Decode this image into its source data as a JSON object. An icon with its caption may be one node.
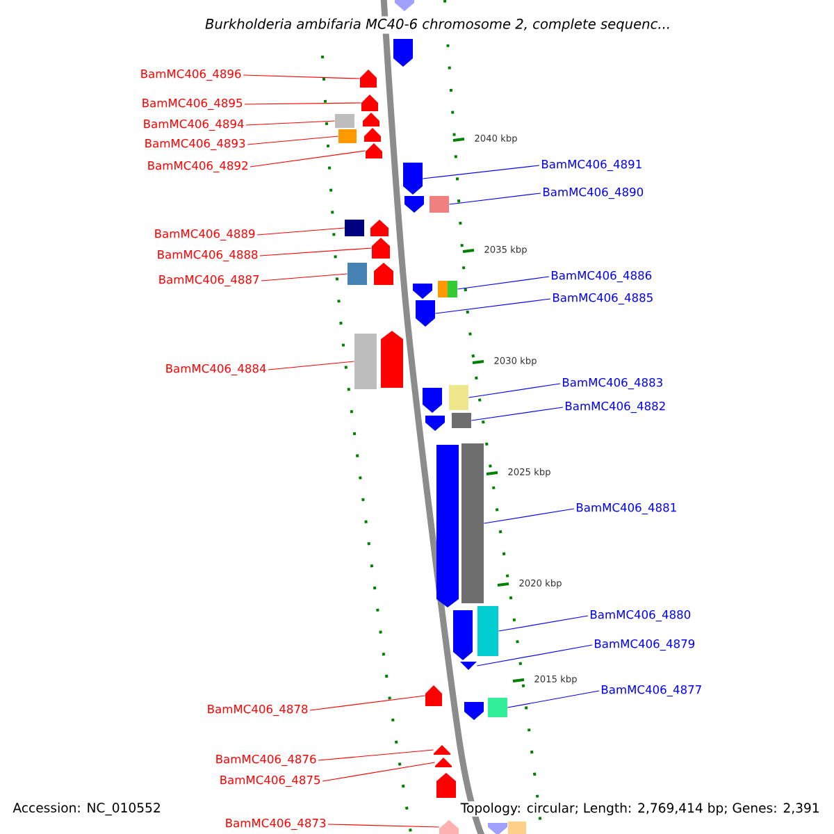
{
  "diagram": {
    "title": "Burkholderia ambifaria MC40-6 chromosome 2, complete sequenc...",
    "nodes": [
      {
        "text": [
          "BamMC406_4896"
        ]
      },
      {
        "text": [
          "BamMC406_4895"
        ]
      },
      {
        "text": [
          "BamMC406_4894"
        ]
      },
      {
        "text": [
          "BamMC406_4893"
        ]
      },
      {
        "text": [
          "BamMC406_4892"
        ]
      },
      {
        "text": [
          "BamMC406_4889"
        ]
      },
      {
        "text": [
          "BamMC406_4888"
        ]
      },
      {
        "text": [
          "BamMC406_4887"
        ]
      },
      {
        "text": [
          "BamMC406_4884"
        ]
      },
      {
        "text": [
          "BamMC406_4878"
        ]
      },
      {
        "text": [
          "BamMC406_4876"
        ]
      },
      {
        "text": [
          "BamMC406_4875"
        ]
      },
      {
        "text": [
          "BamMC406_4873"
        ]
      },
      {
        "text": [
          "BamMC406_4891"
        ]
      },
      {
        "text": [
          "BamMC406_4890"
        ]
      },
      {
        "text": [
          "BamMC406_4886"
        ]
      },
      {
        "text": [
          "BamMC406_4885"
        ]
      },
      {
        "text": [
          "BamMC406_4883"
        ]
      },
      {
        "text": [
          "BamMC406_4882"
        ]
      },
      {
        "text": [
          "BamMC406_4881"
        ]
      },
      {
        "text": [
          "BamMC406_4880"
        ]
      },
      {
        "text": [
          "BamMC406_4879"
        ]
      },
      {
        "text": [
          "BamMC406_4877"
        ]
      },
      {
        "text": [],
        "shape": "pentagon"
      },
      {
        "text": [],
        "shape": "pentagon"
      },
      {
        "text": [],
        "shape": "pentagon"
      },
      {
        "text": [],
        "shape": "pentagon"
      },
      {
        "text": [],
        "shape": "box"
      },
      {
        "text": [],
        "shape": "pentagon"
      },
      {
        "text": [],
        "shape": "box"
      },
      {
        "text": [],
        "shape": "pentagon"
      },
      {
        "text": [],
        "shape": "pentagon"
      },
      {
        "text": [],
        "shape": "pentagon"
      },
      {
        "text": [],
        "shape": "pentagon"
      },
      {
        "text": [],
        "shape": "box"
      },
      {
        "text": [],
        "shape": "box"
      },
      {
        "text": [],
        "shape": "pentagon"
      },
      {
        "text": [],
        "shape": "pentagon"
      },
      {
        "text": [],
        "shape": "box"
      },
      {
        "text": [],
        "shape": "pentagon"
      },
      {
        "text": [],
        "shape": "pentagon"
      },
      {
        "text": [],
        "shape": "box"
      },
      {
        "text": [],
        "shape": "pentagon"
      },
      {
        "text": [],
        "shape": "box"
      },
      {
        "text": [],
        "shape": "pentagon"
      },
      {
        "text": [],
        "shape": "pentagon"
      },
      {
        "text": [],
        "shape": "box"
      },
      {
        "text": [],
        "shape": "pentagon"
      },
      {
        "text": [],
        "shape": "box"
      },
      {
        "text": [],
        "shape": "pentagon"
      },
      {
        "text": [],
        "shape": "box"
      },
      {
        "text": [],
        "shape": "pentagon"
      },
      {
        "text": [],
        "shape": "box"
      },
      {
        "text": [],
        "shape": "pentagon"
      },
      {
        "text": [],
        "shape": "pentagon"
      },
      {
        "text": [],
        "shape": "pentagon"
      },
      {
        "text": [],
        "shape": "box"
      },
      {
        "text": [],
        "shape": "pentagon"
      },
      {
        "text": [],
        "shape": "pentagon"
      },
      {
        "text": [],
        "shape": "pentagon"
      },
      {
        "text": [],
        "shape": "pentagon"
      },
      {
        "text": [],
        "shape": "pentagon"
      },
      {
        "text": [],
        "shape": "box"
      }
    ],
    "edges": [
      {
        "from": 0,
        "to": 25,
        "arrow": "none"
      },
      {
        "from": 1,
        "to": 26,
        "arrow": "none"
      },
      {
        "from": 2,
        "to": 27,
        "arrow": "none"
      },
      {
        "from": 3,
        "to": 29,
        "arrow": "none"
      },
      {
        "from": 4,
        "to": 31,
        "arrow": "none"
      },
      {
        "from": 5,
        "to": 35,
        "arrow": "none"
      },
      {
        "from": 6,
        "to": 37,
        "arrow": "none"
      },
      {
        "from": 7,
        "to": 38,
        "arrow": "none"
      },
      {
        "from": 8,
        "to": 43,
        "arrow": "none"
      },
      {
        "from": 9,
        "to": 54,
        "arrow": "none"
      },
      {
        "from": 10,
        "to": 57,
        "arrow": "none"
      },
      {
        "from": 11,
        "to": 58,
        "arrow": "none"
      },
      {
        "from": 12,
        "to": 60,
        "arrow": "none"
      },
      {
        "from": 13,
        "to": 32,
        "arrow": "none",
        "color": "#0000ff"
      },
      {
        "from": 14,
        "to": 34,
        "arrow": "none",
        "color": "#0000ff"
      },
      {
        "from": 15,
        "to": 41,
        "arrow": "none",
        "color": "#0000ff"
      },
      {
        "from": 16,
        "to": 42,
        "arrow": "none",
        "color": "#0000ff"
      },
      {
        "from": 17,
        "to": 46,
        "arrow": "none",
        "color": "#0000ff"
      },
      {
        "from": 18,
        "to": 48,
        "arrow": "none",
        "color": "#0000ff"
      },
      {
        "from": 19,
        "to": 50,
        "arrow": "none",
        "color": "#0000ff"
      },
      {
        "from": 20,
        "to": 52,
        "arrow": "none",
        "color": "#0000ff"
      },
      {
        "from": 21,
        "to": 53,
        "arrow": "none",
        "color": "#0000ff"
      },
      {
        "from": 22,
        "to": 56,
        "arrow": "none",
        "color": "#0000ff"
      }
    ],
    "labels": [
      "2040 kbp",
      "2035 kbp",
      "2030 kbp",
      "2025 kbp",
      "2020 kbp",
      "2015 kbp",
      "Accession: NC_010552",
      "Topology: circular; Length: 2,769,414 bp; Genes: 2,391"
    ]
  }
}
